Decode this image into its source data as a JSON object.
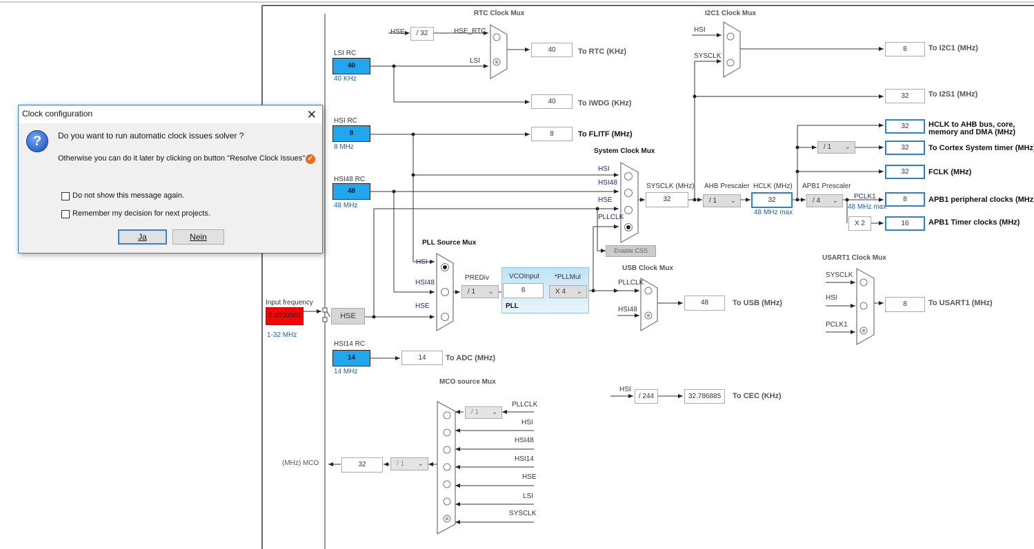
{
  "rtc_mux": {
    "title": "RTC Clock Mux",
    "in_hse": "HSE",
    "hse_div": "/ 32",
    "hse_rtc": "HSE_RTC",
    "lsi": "LSI",
    "rtc_value": "40",
    "rtc_label": "To RTC (KHz)",
    "iwdg_value": "40",
    "iwdg_label": "To IWDG (KHz)"
  },
  "sources": {
    "lsi": {
      "name": "LSI RC",
      "value": "40",
      "freq": "40 KHz"
    },
    "hsi": {
      "name": "HSI RC",
      "value": "8",
      "freq": "8 MHz"
    },
    "hsi48": {
      "name": "HSI48 RC",
      "value": "48",
      "freq": "48 MHz"
    },
    "hsi14": {
      "name": "HSI14 RC",
      "value": "14",
      "freq": "14 MHz"
    },
    "input": {
      "label": "Input frequency",
      "value": "0.0000080",
      "range": "1-32 MHz",
      "hse": "HSE",
      "color": "#ff0000"
    }
  },
  "flitf": {
    "value": "8",
    "label": "To FLITF (MHz)"
  },
  "adc": {
    "value": "14",
    "label": "To ADC (MHz)"
  },
  "i2c1_mux": {
    "title": "I2C1 Clock Mux",
    "in_hsi": "HSI",
    "in_sysclk": "SYSCLK",
    "i2c1_value": "8",
    "i2c1_label": "To I2C1 (MHz)",
    "i2s1_value": "32",
    "i2s1_label": "To I2S1 (MHz)"
  },
  "sys_mux": {
    "title": "System Clock Mux",
    "in_hsi": "HSI",
    "in_hsi48": "HSI48",
    "in_hse": "HSE",
    "in_pllclk": "PLLCLK",
    "css": "Enable CSS"
  },
  "sysclk": {
    "label": "SYSCLK (MHz)",
    "value": "32"
  },
  "ahb": {
    "label": "AHB Prescaler",
    "value": "/ 1"
  },
  "hclk": {
    "label": "HCLK (MHz)",
    "value": "32",
    "max": "48 MHz max"
  },
  "apb1": {
    "label": "APB1 Prescaler",
    "value": "/ 4",
    "pclk1": "PCLK1",
    "max": "48 MHz max",
    "mult": "X 2"
  },
  "outputs": {
    "hclk_ahb": {
      "value": "32",
      "label1": "HCLK to AHB bus, core,",
      "label2": "memory and DMA (MHz)"
    },
    "cortex": {
      "div": "/ 1",
      "value": "32",
      "label": "To Cortex System timer (MHz)"
    },
    "fclk": {
      "value": "32",
      "label": "FCLK (MHz)"
    },
    "apb1p": {
      "value": "8",
      "label": "APB1 peripheral clocks (MHz)"
    },
    "apb1t": {
      "value": "16",
      "label": "APB1 Timer clocks (MHz)"
    }
  },
  "pll_src": {
    "title": "PLL Source Mux",
    "in_hsi": "HSI",
    "in_hsi48": "HSI48",
    "in_hse": "HSE"
  },
  "pll": {
    "prediv_label": "PREDiv",
    "prediv": "/ 1",
    "vco_label": "VCOInput",
    "vco": "8",
    "mul_label": "*PLLMul",
    "mul": "X 4",
    "name": "PLL"
  },
  "usb": {
    "title": "USB Clock Mux",
    "in_pllclk": "PLLCLK",
    "in_hsi48": "HSI48",
    "value": "48",
    "label": "To USB (MHz)"
  },
  "usart": {
    "title": "USART1 Clock Mux",
    "in_sysclk": "SYSCLK",
    "in_hsi": "HSI",
    "in_pclk1": "PCLK1",
    "value": "8",
    "label": "To USART1 (MHz)"
  },
  "cec": {
    "in": "HSI",
    "div": "/ 244",
    "value": "32.786885",
    "label": "To CEC (KHz)"
  },
  "mco": {
    "title": "MCO source Mux",
    "in_pllclk": "PLLCLK",
    "pll_div": "/ 1",
    "in_hsi": "HSI",
    "in_hsi48": "HSI48",
    "in_hsi14": "HSI14",
    "in_hse": "HSE",
    "in_lsi": "LSI",
    "in_sysclk": "SYSCLK",
    "out_label": "(MHz) MCO",
    "value": "32",
    "div": "/ 1"
  },
  "dialog": {
    "title": "Clock configuration",
    "question": "Do you want to run automatic clock issues solver ?",
    "hint": "Otherwise you can do it later by clicking on button \"Resolve Clock Issues\"",
    "check1": "Do not show this message again.",
    "check2": "Remember my decision for next projects.",
    "yes": "Ja",
    "no": "Nein"
  }
}
